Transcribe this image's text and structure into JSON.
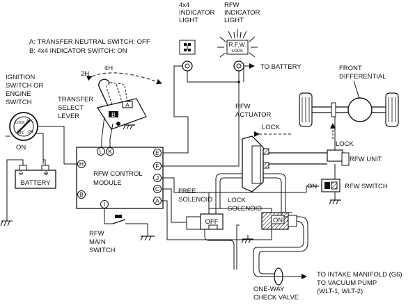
{
  "labels": {
    "legend_a": "A: TRANSFER NEUTRAL SWITCH: OFF",
    "legend_b": "B: 4x4 INDICATOR SWITCH: ON",
    "ind4x4": [
      "4x4",
      "INDICATOR",
      "LIGHT"
    ],
    "rfwind": [
      "RFW",
      "INDICATOR",
      "LIGHT"
    ],
    "rfw_lamp_face": [
      "R.F.W.",
      "LOCK"
    ],
    "to_battery": "TO BATTERY",
    "front_diff": [
      "FRONT",
      "DIFFERENTIAL"
    ],
    "ignition": [
      "IGNITION",
      "SWITCH OR",
      "ENGINE",
      "SWITCH"
    ],
    "ign_on": "ON",
    "ign_off": "OFF",
    "ign_lock": "LOCK",
    "ign_acc": "ACC",
    "mode_4h": "4H",
    "mode_2h": "2H",
    "transfer": [
      "TRANSFER",
      "SELECT",
      "LEVER"
    ],
    "sw_a": "A",
    "sw_b": "B",
    "rfw_actuator": [
      "RFW",
      "ACTUATOR"
    ],
    "lock_top": "LOCK",
    "lock_right": "LOCK",
    "rfw_unit": "RFW UNIT",
    "on_left": "ON",
    "rfw_switch": "RFW SWITCH",
    "battery": "BATTERY",
    "control_module": [
      "RFW CONTROL",
      "MODULE"
    ],
    "free_solenoid": [
      "FREE",
      "SOLENOID"
    ],
    "lock_solenoid": [
      "LOCK",
      "SOLENOID"
    ],
    "off_box": "OFF",
    "on_box": "ON",
    "main_switch": [
      "RFW",
      "MAIN",
      "SWITCH"
    ],
    "check_valve": [
      "ONE-WAY",
      "CHECK VALVE"
    ],
    "intake": [
      "TO INTAKE MANIFOLD (G6)",
      "TO VACUUM PUMP",
      "(WLT-1, WLT-2)"
    ],
    "pins": {
      "H": "H",
      "B": "B",
      "L": "L",
      "K": "K",
      "I": "I",
      "E": "E",
      "F": "F",
      "J": "J",
      "C": "C",
      "A": "A"
    }
  }
}
